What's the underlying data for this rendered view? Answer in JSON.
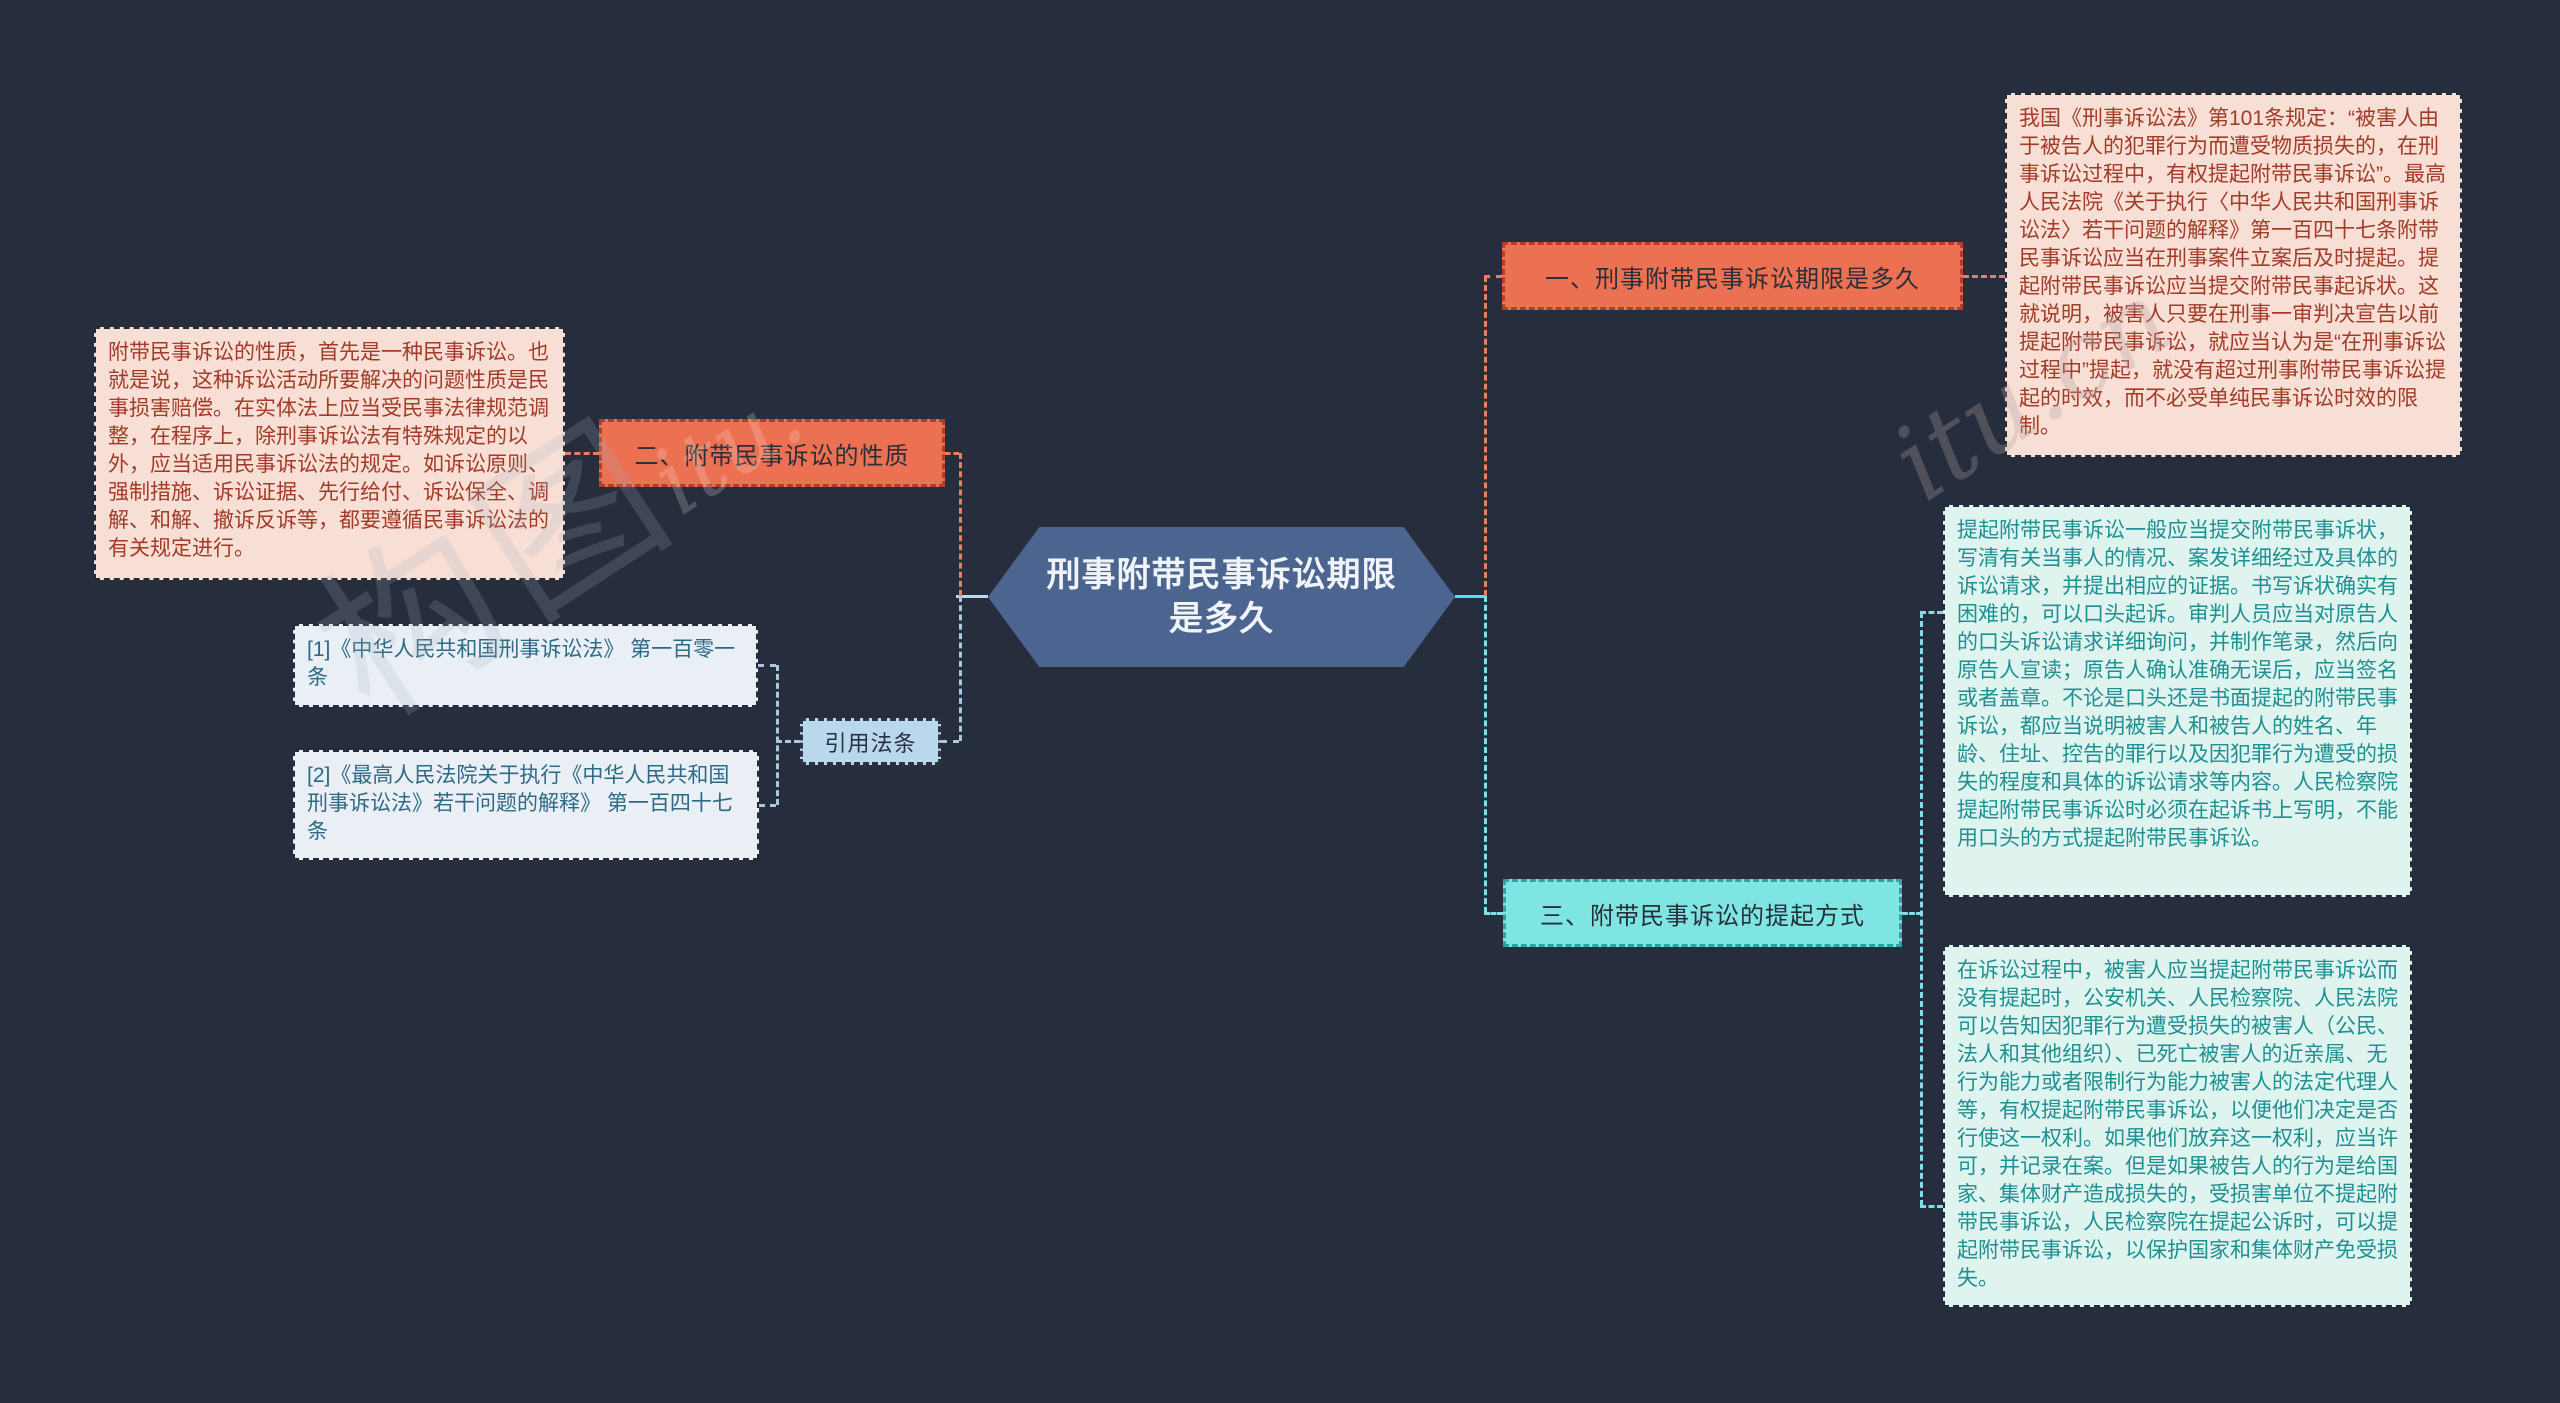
{
  "title": "刑事附带民事诉讼期限是多久",
  "center": {
    "label": "刑事附带民事诉讼期限是多久"
  },
  "branch1": {
    "label": "一、刑事附带民事诉讼期限是多久",
    "note": "我国《刑事诉讼法》第101条规定：“被害人由于被告人的犯罪行为而遭受物质损失的，在刑事诉讼过程中，有权提起附带民事诉讼”。最高人民法院《关于执行〈中华人民共和国刑事诉讼法〉若干问题的解释》第一百四十七条附带民事诉讼应当在刑事案件立案后及时提起。提起附带民事诉讼应当提交附带民事起诉状。这就说明，被害人只要在刑事一审判决宣告以前提起附带民事诉讼，就应当认为是“在刑事诉讼过程中”提起，就没有超过刑事附带民事诉讼提起的时效，而不必受单纯民事诉讼时效的限制。"
  },
  "branch2": {
    "label": "二、附带民事诉讼的性质",
    "note": "附带民事诉讼的性质，首先是一种民事诉讼。也就是说，这种诉讼活动所要解决的问题性质是民事损害赔偿。在实体法上应当受民事法律规范调整，在程序上，除刑事诉讼法有特殊规定的以外，应当适用民事诉讼法的规定。如诉讼原则、强制措施、诉讼证据、先行给付、诉讼保全、调解、和解、撤诉反诉等，都要遵循民事诉讼法的有关规定进行。"
  },
  "branch3": {
    "label": "三、附带民事诉讼的提起方式",
    "note1": "提起附带民事诉讼一般应当提交附带民事诉状，写清有关当事人的情况、案发详细经过及具体的诉讼请求，并提出相应的证据。书写诉状确实有困难的，可以口头起诉。审判人员应当对原告人的口头诉讼请求详细询问，并制作笔录，然后向原告人宣读；原告人确认准确无误后，应当签名或者盖章。不论是口头还是书面提起的附带民事诉讼，都应当说明被害人和被告人的姓名、年龄、住址、控告的罪行以及因犯罪行为遭受的损失的程度和具体的诉讼请求等内容。人民检察院提起附带民事诉讼时必须在起诉书上写明，不能用口头的方式提起附带民事诉讼。",
    "note2": "在诉讼过程中，被害人应当提起附带民事诉讼而没有提起时，公安机关、人民检察院、人民法院可以告知因犯罪行为遭受损失的被害人（公民、法人和其他组织）、已死亡被害人的近亲属、无行为能力或者限制行为能力被害人的法定代理人等，有权提起附带民事诉讼，以便他们决定是否行使这一权利。如果他们放弃这一权利，应当许可，并记录在案。但是如果被告人的行为是给国家、集体财产造成损失的，受损害单位不提起附带民事诉讼，人民检察院在提起公诉时，可以提起附带民事诉讼，以保护国家和集体财产免受损失。"
  },
  "citations": {
    "label": "引用法条",
    "items": [
      "[1]《中华人民共和国刑事诉讼法》 第一百零一条",
      "[2]《最高人民法院关于执行《中华人民共和国刑事诉讼法》若干问题的解释》 第一百四十七条"
    ]
  },
  "watermarks": [
    "构图",
    "itu.cn",
    "itu."
  ],
  "colors": {
    "background": "#262E3D",
    "center_node": "#4B6590",
    "salmon_node": "#EC7052",
    "cyan_node": "#7FE5E2",
    "cite_node": "#BAD8EC",
    "pink_note_bg": "#F8DFD6",
    "pink_note_text": "#A23B27",
    "mint_note_bg": "#DFF4EE",
    "mint_note_text": "#1E8F92",
    "cite_note_bg": "#E9EFF5",
    "cite_note_text": "#2D6A86",
    "salmon_connector": "#E87F63",
    "cyan_connector": "#7FDFE6",
    "blue_connector": "#A9C8E0"
  }
}
